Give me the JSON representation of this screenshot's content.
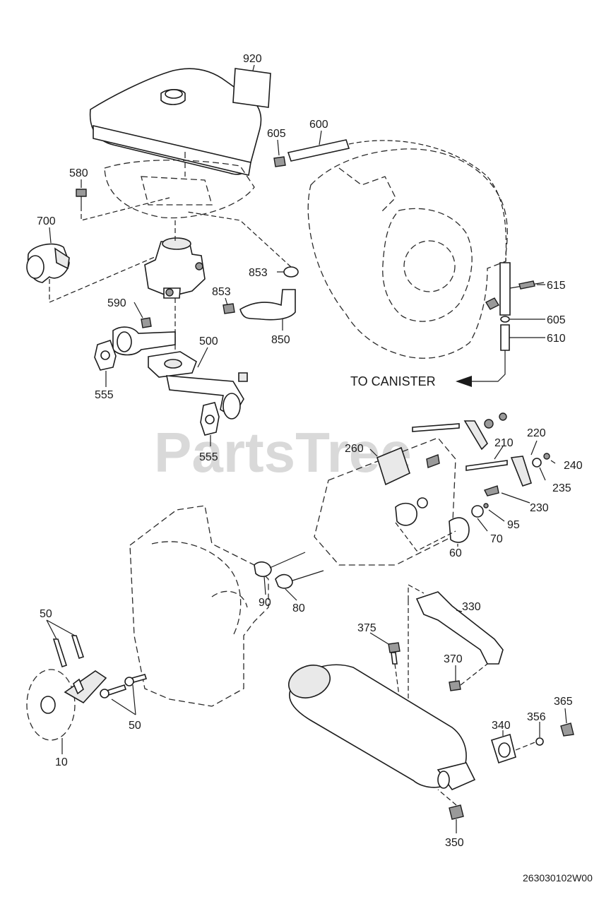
{
  "watermark": "PartsTree",
  "diagram_code": "263030102W00",
  "to_canister": "TO CANISTER",
  "labels": {
    "l920": "920",
    "l605a": "605",
    "l600": "600",
    "l580": "580",
    "l700": "700",
    "l853a": "853",
    "l853b": "853",
    "l590": "590",
    "l850": "850",
    "l500": "500",
    "l555a": "555",
    "l555b": "555",
    "l615": "615",
    "l605b": "605",
    "l610": "610",
    "l260": "260",
    "l210": "210",
    "l220": "220",
    "l240": "240",
    "l235": "235",
    "l230": "230",
    "l95": "95",
    "l70": "70",
    "l60": "60",
    "l90": "90",
    "l80": "80",
    "l330": "330",
    "l375": "375",
    "l370": "370",
    "l50a": "50",
    "l50b": "50",
    "l10": "10",
    "l340": "340",
    "l356": "356",
    "l365": "365",
    "l350": "350"
  }
}
